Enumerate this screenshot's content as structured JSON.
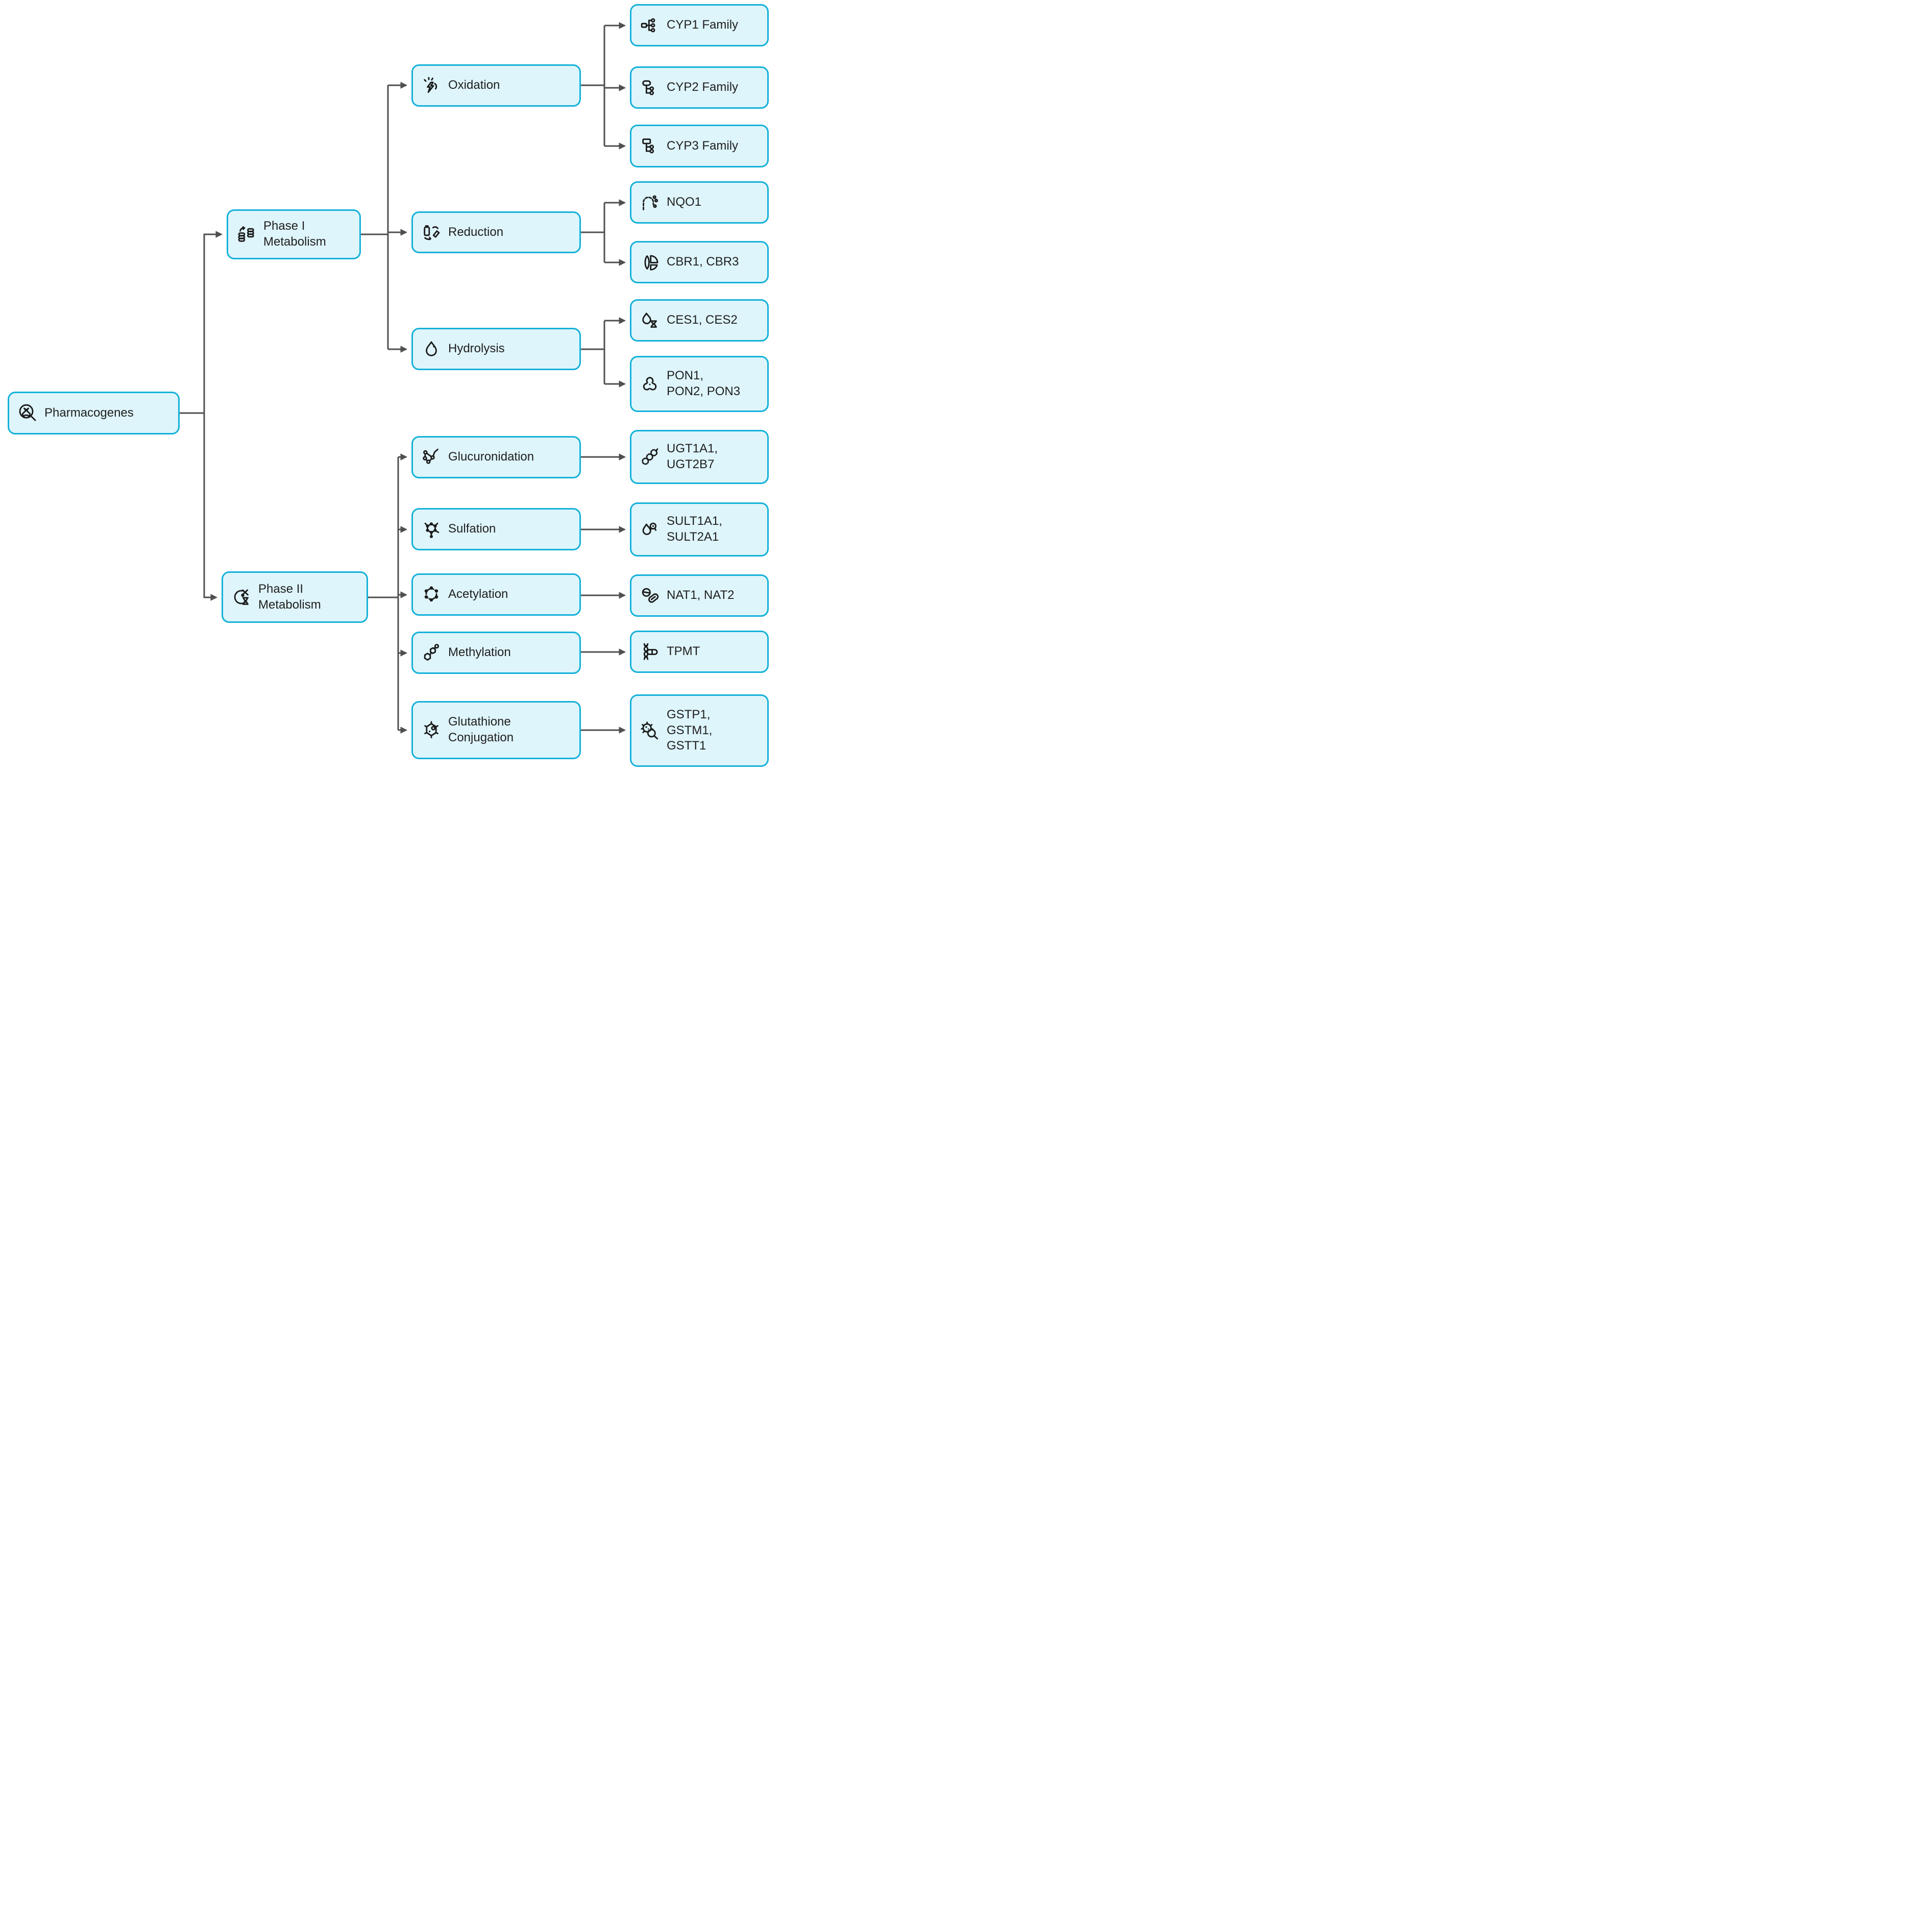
{
  "colors": {
    "node_fill": "#def5fb",
    "node_border": "#14b1d9",
    "arrow": "#4f4f4f",
    "text": "#202020",
    "background": "#ffffff"
  },
  "nodes": {
    "root": {
      "label": "Pharmacogenes",
      "icon": "dna-search-icon"
    },
    "phase1": {
      "lines": [
        "Phase I",
        "Metabolism"
      ],
      "icon": "pill-stack-cycle-icon"
    },
    "phase2": {
      "lines": [
        "Phase II",
        "Metabolism"
      ],
      "icon": "scissors-dna-icon"
    },
    "oxidation": {
      "label": "Oxidation",
      "icon": "spark-burst-icon"
    },
    "reduction": {
      "label": "Reduction",
      "icon": "battery-cycle-icon"
    },
    "hydrolysis": {
      "label": "Hydrolysis",
      "icon": "water-droplet-icon"
    },
    "glucuronidation": {
      "label": "Glucuronidation",
      "icon": "molecule-network-icon"
    },
    "sulfation": {
      "label": "Sulfation",
      "icon": "ring-molecule-icon"
    },
    "acetylation": {
      "label": "Acetylation",
      "icon": "carbon-ring-icon"
    },
    "methylation": {
      "label": "Methylation",
      "icon": "methyl-rings-icon"
    },
    "glutathione": {
      "lines": [
        "Glutathione",
        "Conjugation"
      ],
      "icon": "hexagon-molecule-icon"
    },
    "cyp1": {
      "label": "CYP1 Family",
      "icon": "hierarchy-three-icon"
    },
    "cyp2": {
      "label": "CYP2 Family",
      "icon": "hierarchy-two-icon"
    },
    "cyp3": {
      "label": "CYP3 Family",
      "icon": "hierarchy-two-box-icon"
    },
    "nqo1": {
      "label": "NQO1",
      "icon": "bead-chain-icon"
    },
    "cbr": {
      "label": "CBR1, CBR3",
      "icon": "segmented-circle-icon"
    },
    "ces": {
      "label": "CES1, CES2",
      "icon": "droplet-dna-icon"
    },
    "pon": {
      "lines": [
        "PON1,",
        "PON2, PON3"
      ],
      "icon": "biohazard-icon"
    },
    "ugt": {
      "lines": [
        "UGT1A1,",
        "UGT2B7"
      ],
      "icon": "glucuronide-chain-icon"
    },
    "sult": {
      "lines": [
        "SULT1A1,",
        "SULT2A1"
      ],
      "icon": "droplet-sulfo-icon"
    },
    "nat": {
      "label": "NAT1, NAT2",
      "icon": "pills-icon"
    },
    "tpmt": {
      "label": "TPMT",
      "icon": "dna-capsule-icon"
    },
    "gst": {
      "lines": [
        "GSTP1,",
        "GSTM1,",
        "GSTT1"
      ],
      "icon": "microbe-search-icon"
    }
  },
  "edges": [
    {
      "from": "pharmacogenes",
      "to": "phase1"
    },
    {
      "from": "pharmacogenes",
      "to": "phase2"
    },
    {
      "from": "phase1",
      "to": "oxidation"
    },
    {
      "from": "phase1",
      "to": "reduction"
    },
    {
      "from": "phase1",
      "to": "hydrolysis"
    },
    {
      "from": "oxidation",
      "to": "cyp1"
    },
    {
      "from": "oxidation",
      "to": "cyp2"
    },
    {
      "from": "oxidation",
      "to": "cyp3"
    },
    {
      "from": "reduction",
      "to": "nqo1"
    },
    {
      "from": "reduction",
      "to": "cbr"
    },
    {
      "from": "hydrolysis",
      "to": "ces"
    },
    {
      "from": "hydrolysis",
      "to": "pon"
    },
    {
      "from": "phase2",
      "to": "glucuronidation"
    },
    {
      "from": "phase2",
      "to": "sulfation"
    },
    {
      "from": "phase2",
      "to": "acetylation"
    },
    {
      "from": "phase2",
      "to": "methylation"
    },
    {
      "from": "phase2",
      "to": "glutathione"
    },
    {
      "from": "glucuronidation",
      "to": "ugt"
    },
    {
      "from": "sulfation",
      "to": "sult"
    },
    {
      "from": "acetylation",
      "to": "nat"
    },
    {
      "from": "methylation",
      "to": "tpmt"
    },
    {
      "from": "glutathione",
      "to": "gst"
    }
  ]
}
